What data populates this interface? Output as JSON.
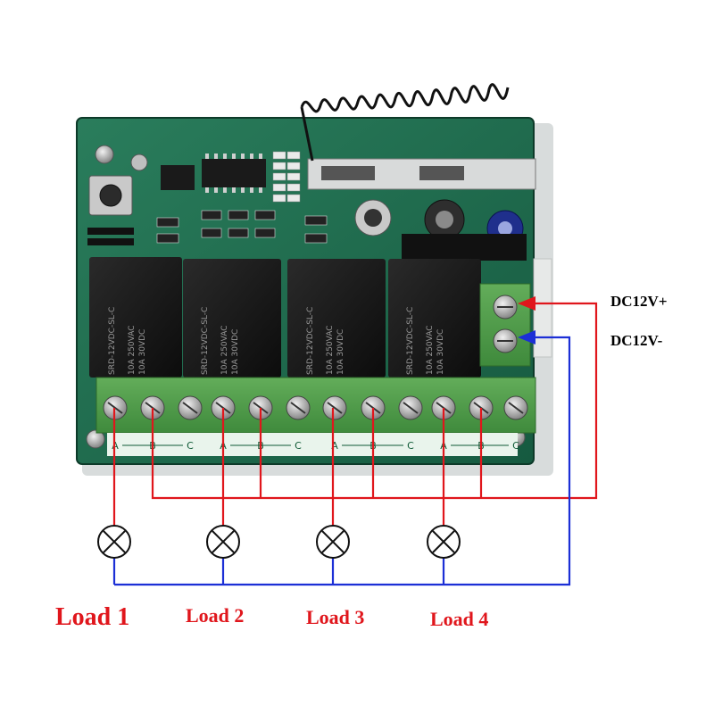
{
  "colors": {
    "wire_red": "#e0161c",
    "wire_blue": "#1c2fd6",
    "load_label": "#e0161c",
    "dc_label": "#000000",
    "pcb": "#1d6b4e",
    "terminal": "#4f9a4a",
    "relay": "#141414"
  },
  "power": {
    "positive_label": "DC12V+",
    "negative_label": "DC12V-"
  },
  "terminals": {
    "relay_groups": [
      {
        "pins": [
          "A",
          "B",
          "C"
        ]
      },
      {
        "pins": [
          "A",
          "B",
          "C"
        ]
      },
      {
        "pins": [
          "A",
          "B",
          "C"
        ]
      },
      {
        "pins": [
          "A",
          "B",
          "C"
        ]
      }
    ]
  },
  "relays": {
    "markings": [
      "SRD-12VDC-SL-C",
      "10A 250VAC",
      "10A 30VDC"
    ]
  },
  "loads": [
    {
      "label": "Load 1",
      "icon": "lamp-icon"
    },
    {
      "label": "Load 2",
      "icon": "lamp-icon"
    },
    {
      "label": "Load 3",
      "icon": "lamp-icon"
    },
    {
      "label": "Load 4",
      "icon": "lamp-icon"
    }
  ]
}
